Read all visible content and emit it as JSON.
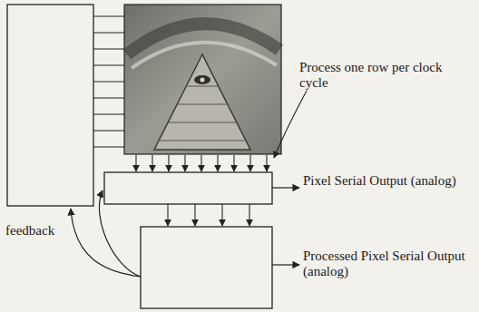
{
  "diagram": {
    "labels": [
      "Process one row per clock cycle",
      "Pixel Serial Output (analog)",
      "Processed Pixel Serial Output (analog)",
      "feedback"
    ]
  }
}
